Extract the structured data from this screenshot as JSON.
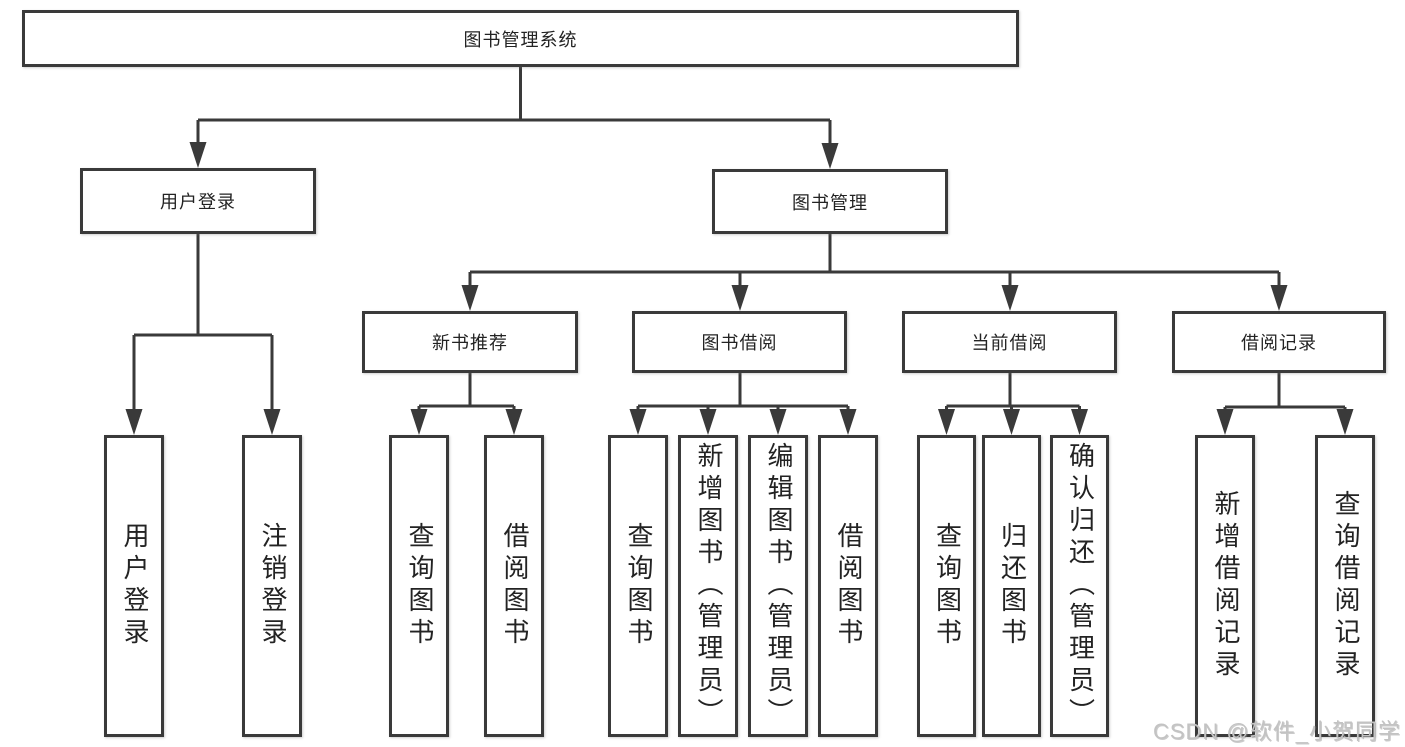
{
  "tree": {
    "label": "图书管理系统",
    "children": [
      {
        "label": "用户登录",
        "children": [
          {
            "label": "用户登录"
          },
          {
            "label": "注销登录"
          }
        ]
      },
      {
        "label": "图书管理",
        "children": [
          {
            "label": "新书推荐",
            "children": [
              {
                "label": "查询图书"
              },
              {
                "label": "借阅图书"
              }
            ]
          },
          {
            "label": "图书借阅",
            "children": [
              {
                "label": "查询图书"
              },
              {
                "label": "新增图书（管理员）"
              },
              {
                "label": "编辑图书（管理员）"
              },
              {
                "label": "借阅图书"
              }
            ]
          },
          {
            "label": "当前借阅",
            "children": [
              {
                "label": "查询图书"
              },
              {
                "label": "归还图书"
              },
              {
                "label": "确认归还（管理员）"
              }
            ]
          },
          {
            "label": "借阅记录",
            "children": [
              {
                "label": "新增借阅记录"
              },
              {
                "label": "查询借阅记录"
              }
            ]
          }
        ]
      }
    ]
  },
  "watermark": "CSDN @软件_小贺同学",
  "colors": {
    "line": "#3a3a3a",
    "text": "#232323",
    "background": "#ffffff",
    "watermark": "#c3c3c3"
  }
}
